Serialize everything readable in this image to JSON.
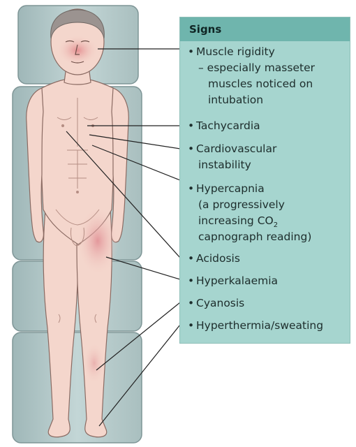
{
  "panel": {
    "heading": "Signs",
    "signs": [
      {
        "text": "Muscle rigidity",
        "detail": [
          "– especially masseter",
          "muscles noticed on",
          "intubation"
        ]
      },
      {
        "text": "Tachycardia"
      },
      {
        "text": "Cardiovascular",
        "cont": "instability"
      },
      {
        "text": "Hypercapnia",
        "detail": [
          "(a progressively",
          "increasing CO",
          "capnograph reading)"
        ],
        "subscript": "2"
      },
      {
        "text": "Acidosis"
      },
      {
        "text": "Hyperkalaemia"
      },
      {
        "text": "Cyanosis"
      },
      {
        "text": "Hyperthermia/sweating"
      }
    ],
    "bullet": "•"
  },
  "colors": {
    "panel_bg": "#a6d5cf",
    "header_bg": "#6fb5ad",
    "table_bg": "#b9cdcd",
    "skin": "#f4d6cc",
    "flush": "#e59a9a",
    "leader": "#222222"
  }
}
